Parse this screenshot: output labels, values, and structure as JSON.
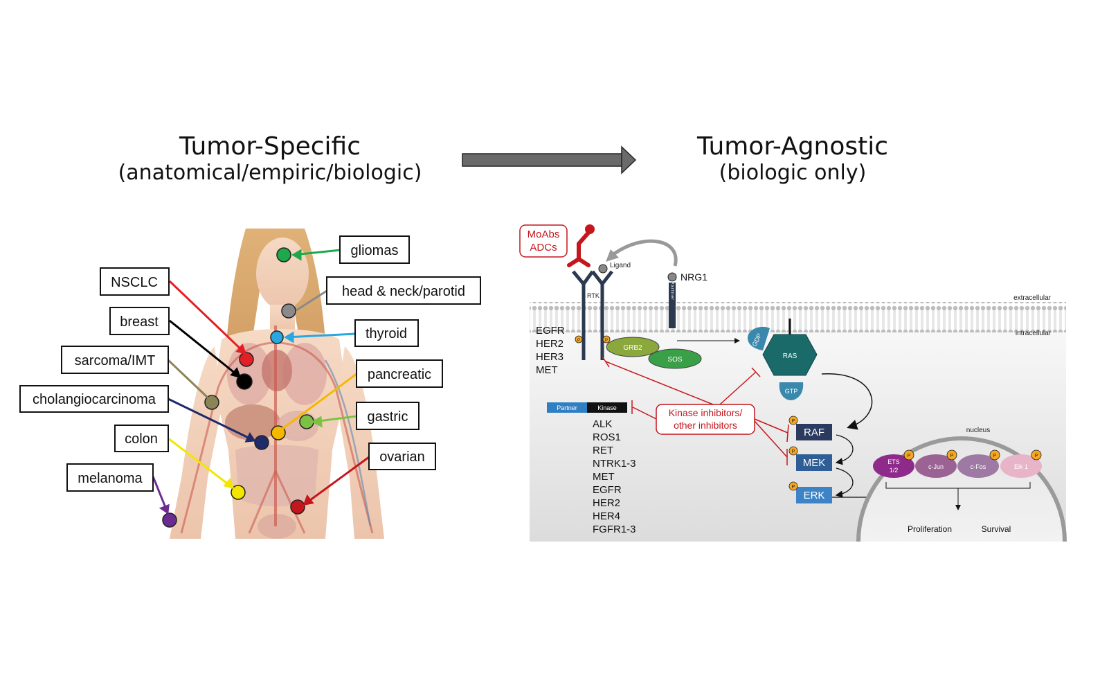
{
  "left_heading": {
    "main": "Tumor-Specific",
    "sub": "(anatomical/empiric/biologic)"
  },
  "right_heading": {
    "main": "Tumor-Agnostic",
    "sub": "(biologic only)"
  },
  "tumor_labels": {
    "gliomas": "gliomas",
    "head_neck": "head & neck/parotid",
    "thyroid": "thyroid",
    "pancreatic": "pancreatic",
    "gastric": "gastric",
    "ovarian": "ovarian",
    "nsclc": "NSCLC",
    "breast": "breast",
    "sarcoma": "sarcoma/IMT",
    "cholangio": "cholangiocarcinoma",
    "colon": "colon",
    "melanoma": "melanoma"
  },
  "colors": {
    "gliomas": "#1fa84a",
    "head_neck": "#8a8a8a",
    "thyroid": "#29a8e0",
    "pancreatic": "#f5b800",
    "gastric": "#7cc242",
    "ovarian": "#c4161c",
    "nsclc": "#e31e24",
    "breast": "#000000",
    "sarcoma": "#8a8456",
    "cholangio": "#1f2a6b",
    "colon": "#f2e600",
    "melanoma": "#6b2c91",
    "inhibitor_red": "#c4161c"
  },
  "pathway": {
    "moabs": "MoAbs",
    "adcs": "ADCs",
    "ligand": "Ligand",
    "nrg1": "NRG1",
    "partner_vertical": "Partner",
    "rtk": "RTK",
    "extracellular": "extracellular",
    "intracellular": "intracellular",
    "receptors": [
      "EGFR",
      "HER2",
      "HER3",
      "MET"
    ],
    "grb2": "GRB2",
    "sos": "SOS",
    "gdp": "GDP",
    "ras": "RAS",
    "gtp": "GTP",
    "fusion_partner": "Partner",
    "fusion_kinase": "Kinase",
    "kinase_inhibitors_1": "Kinase inhibitors/",
    "kinase_inhibitors_2": "other inhibitors",
    "fusion_targets": [
      "ALK",
      "ROS1",
      "RET",
      "NTRK1-3",
      "MET",
      "EGFR",
      "HER2",
      "HER4",
      "FGFR1-3"
    ],
    "raf": "RAF",
    "mek": "MEK",
    "erk": "ERK",
    "p": "P",
    "nucleus": "nucleus",
    "ets": "ETS",
    "ets_num": "1/2",
    "cjun": "c-Jun",
    "cfos": "c-Fos",
    "elk": "Elk 1",
    "proliferation": "Proliferation",
    "survival": "Survival"
  }
}
